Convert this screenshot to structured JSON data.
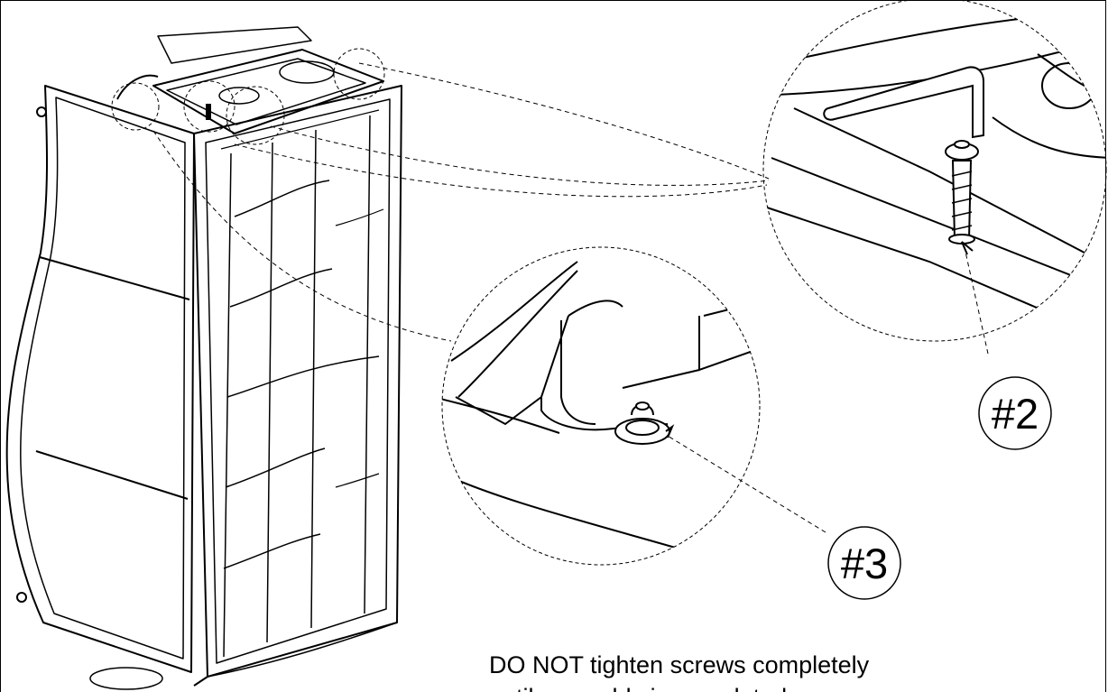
{
  "callouts": {
    "label_2": "#2",
    "label_3": "#3"
  },
  "note": {
    "text": "DO NOT tighten screws completely\nuntil assembly is completed:"
  }
}
